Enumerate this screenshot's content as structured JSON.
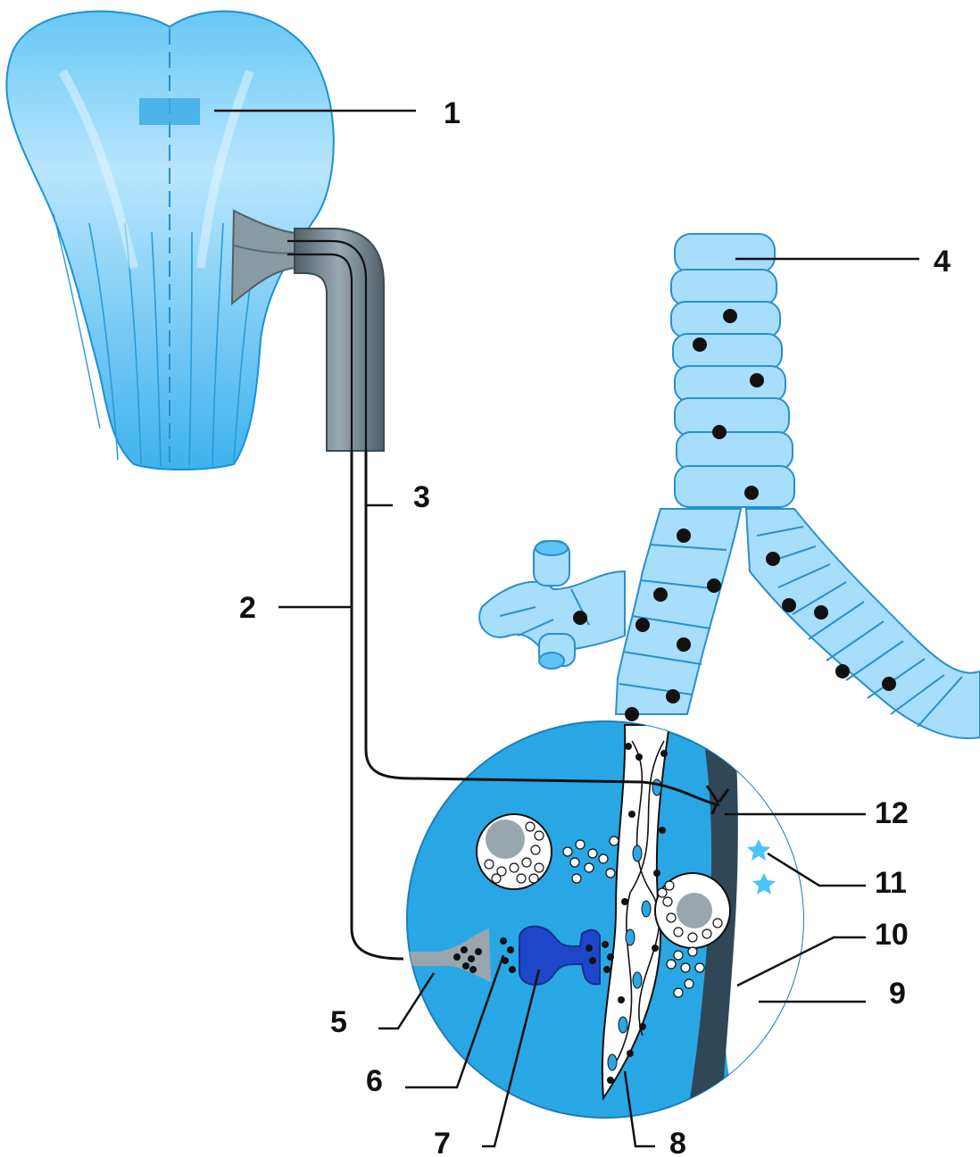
{
  "labels": [
    "1",
    "2",
    "3",
    "4",
    "5",
    "6",
    "7",
    "8",
    "9",
    "10",
    "11",
    "12"
  ],
  "colors": {
    "brain_light": "#c7ecff",
    "brain_mid": "#5fc3f3",
    "brain_dark": "#1fa2e6",
    "nerve_sheath": "#6e7f88",
    "airway_fill": "#9fdcfb",
    "airway_edge": "#2c8fcc",
    "tissue": "#2aa9e6",
    "smooth_muscle": "#2f4756",
    "postsynaptic_neuron": "#1e46c8",
    "preganglionic_terminal": "#9aa6ad",
    "receptor_star": "#4cc3f6"
  },
  "icons": [
    "brainstem-icon",
    "nerve-trunk-icon",
    "trachea-bronchi-icon",
    "magnified-circle-icon",
    "ganglion-neuron-icon",
    "blood-vessel-icon",
    "mast-cell-icon"
  ]
}
